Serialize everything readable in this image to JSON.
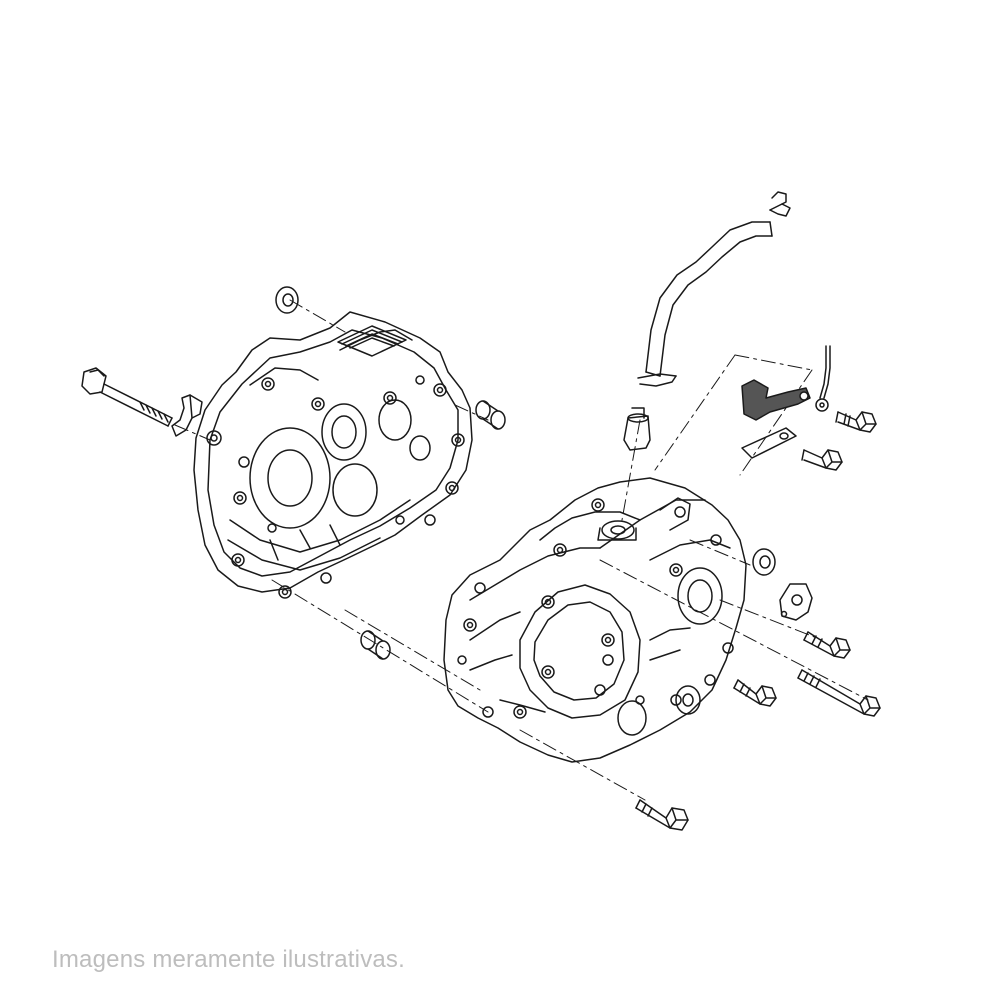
{
  "caption": {
    "text": "Imagens meramente ilustrativas."
  },
  "colors": {
    "line": "#1a1a1a",
    "background": "#ffffff",
    "caption": "#bdbdbd",
    "bracket_fill": "#555555"
  },
  "parts": [
    "left-crankcase-half",
    "right-crankcase-half",
    "long-through-bolt",
    "wire-clamp",
    "sealing-washer-left",
    "dowel-pin-upper",
    "dowel-pin-lower",
    "breather-tube",
    "hose-clip-top",
    "hose-clip-bottom",
    "breather-tube-joint",
    "cable-guide-bracket",
    "ground-wire-terminal",
    "bolt-upper-right",
    "bracket-plate",
    "bolt-middle-right",
    "washer-right",
    "oil-seal-plate",
    "bolt-plate",
    "long-bolt-right",
    "bolt-lower-right",
    "bolt-bottom"
  ]
}
